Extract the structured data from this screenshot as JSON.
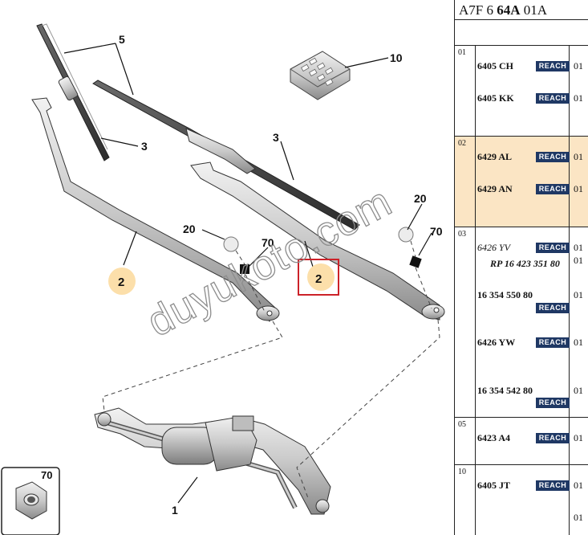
{
  "header": {
    "prefix": "A7F 6 ",
    "bold": "64A",
    "suffix": " 01A"
  },
  "diagram": {
    "callouts": {
      "c5": "5",
      "c3a": "3",
      "c3b": "3",
      "c10": "10",
      "c20a": "20",
      "c20b": "20",
      "c70a": "70",
      "c70b": "70",
      "c2a": "2",
      "c2b": "2",
      "c1": "1",
      "c70inset": "70"
    },
    "watermark": "duyukoto.com",
    "colors": {
      "highlight_bubble": "#fbd99b",
      "selection_box": "#cc2229"
    }
  },
  "badge_label": "REACH",
  "groups": [
    {
      "index": "01",
      "highlight": false,
      "rows": [
        {
          "ref": "6405 CH",
          "qty": "01",
          "reach": true
        },
        {
          "ref": "6405 KK",
          "qty": "01",
          "reach": true
        }
      ]
    },
    {
      "index": "02",
      "highlight": true,
      "rows": [
        {
          "ref": "6429 AL",
          "qty": "01",
          "reach": true
        },
        {
          "ref": "6429 AN",
          "qty": "01",
          "reach": true
        }
      ]
    },
    {
      "index": "03",
      "highlight": false,
      "rows": [
        {
          "ref": "6426 YV",
          "qty": "01",
          "reach": true
        },
        {
          "ref": "RP 16 423 351 80",
          "qty": "01",
          "reach": false
        },
        {
          "ref": "16 354 550 80",
          "qty": "01",
          "reach": true
        },
        {
          "ref": "6426 YW",
          "qty": "01",
          "reach": true
        },
        {
          "ref": "16 354 542 80",
          "qty": "01",
          "reach": true
        }
      ]
    },
    {
      "index": "05",
      "highlight": false,
      "rows": [
        {
          "ref": "6423 A4",
          "qty": "01",
          "reach": true
        }
      ]
    },
    {
      "index": "10",
      "highlight": false,
      "rows": [
        {
          "ref": "6405 JT",
          "qty": "01",
          "reach": true
        },
        {
          "ref": "",
          "qty": "01",
          "reach": false
        }
      ]
    }
  ]
}
